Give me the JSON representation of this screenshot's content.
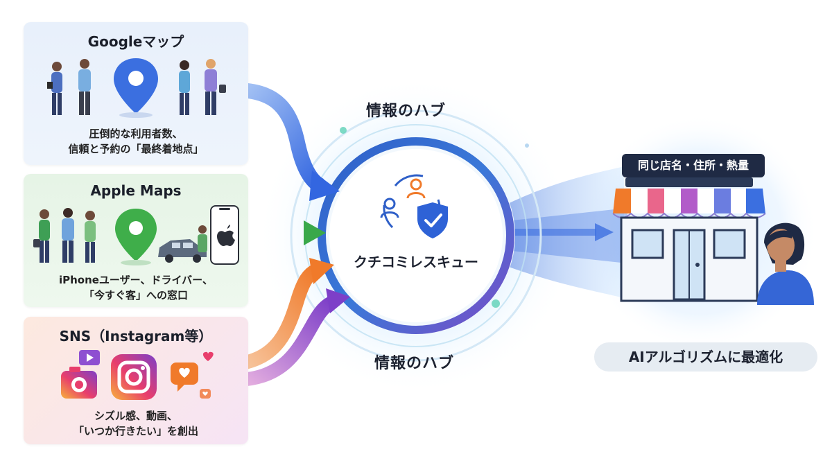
{
  "sources": {
    "google": {
      "title": "Googleマップ",
      "desc_line1": "圧倒的な利用者数、",
      "desc_line2": "信頼と予約の「最終着地点」"
    },
    "apple": {
      "title": "Apple Maps",
      "desc_line1": "iPhoneユーザー、ドライバー、",
      "desc_line2": "「今すぐ客」への窓口"
    },
    "sns": {
      "title": "SNS（Instagram等）",
      "desc_line1": "シズル感、動画、",
      "desc_line2": "「いつか行きたい」を創出"
    }
  },
  "hub": {
    "top_label": "情報のハブ",
    "bottom_label": "情報のハブ",
    "center_label": "クチコミレスキュー"
  },
  "store": {
    "tag": "同じ店名・住所・熱量"
  },
  "ai_label": "AIアルゴリズムに最適化",
  "colors": {
    "google_blue": "#3b6fe0",
    "apple_green": "#3fae4a",
    "sns_orange": "#f07a2a",
    "sns_purple": "#8e3fc4",
    "navy": "#1f2a44"
  }
}
